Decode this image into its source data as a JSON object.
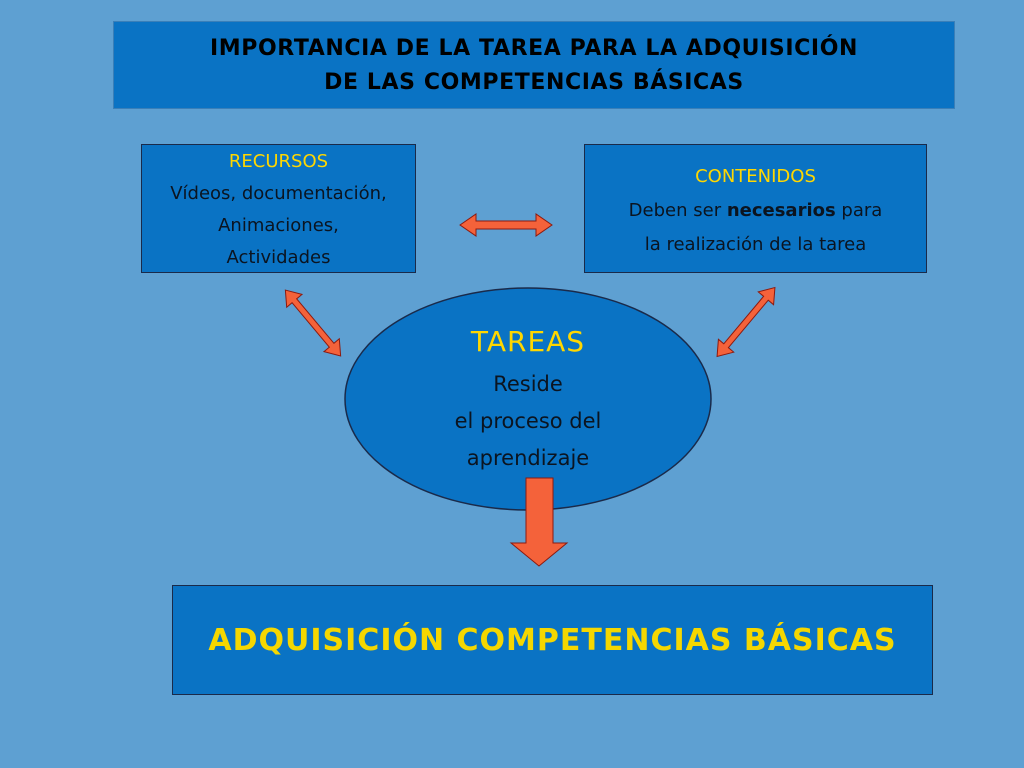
{
  "header": {
    "line1": "IMPORTANCIA DE LA TAREA PARA LA ADQUISICIÓN",
    "line2": "DE LAS COMPETENCIAS BÁSICAS"
  },
  "recursos": {
    "heading": "RECURSOS",
    "lines": [
      "Vídeos, documentación,",
      "Animaciones,",
      "Actividades"
    ]
  },
  "contenidos": {
    "heading": "CONTENIDOS",
    "line1_pre": "Deben ser ",
    "line1_bold": "necesarios",
    "line1_post": " para",
    "line2": "la realización de la tarea"
  },
  "tareas": {
    "heading": "TAREAS",
    "lines": [
      "Reside",
      "el proceso del",
      "aprendizaje"
    ]
  },
  "result": {
    "label": "ADQUISICIÓN COMPETENCIAS BÁSICAS"
  },
  "colors": {
    "background": "#5ea0d2",
    "box_fill": "#0a73c4",
    "highlight_text": "#ffd700",
    "arrow_fill": "#f4623a"
  }
}
